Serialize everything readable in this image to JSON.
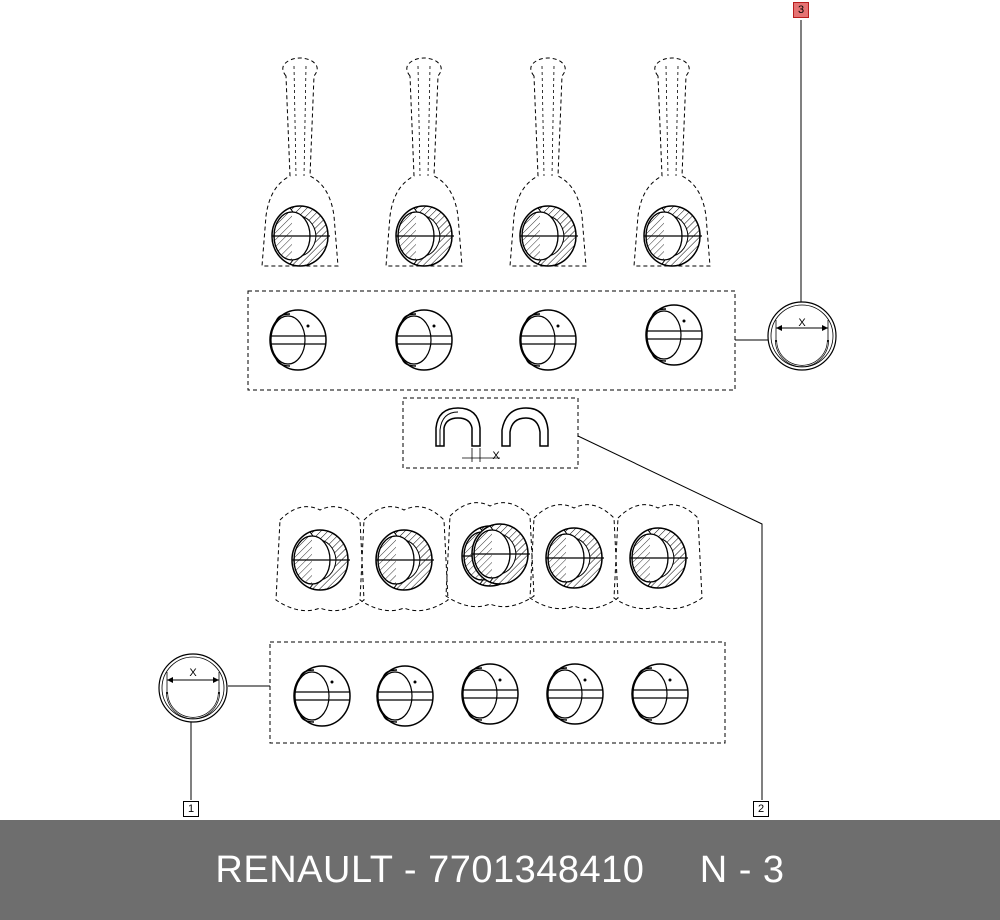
{
  "callouts": [
    {
      "id": "1",
      "label": "1",
      "active": false
    },
    {
      "id": "2",
      "label": "2",
      "active": false
    },
    {
      "id": "3",
      "label": "3",
      "active": true
    }
  ],
  "dimension_label": "X",
  "footer": {
    "brand": "RENAULT",
    "separator": " - ",
    "part_number": "7701348410",
    "diagram_ref": "N - 3",
    "gap": "     "
  },
  "colors": {
    "footer_bg": "#6e6e6e",
    "footer_text": "#ffffff",
    "active_callout": "#e57373"
  }
}
